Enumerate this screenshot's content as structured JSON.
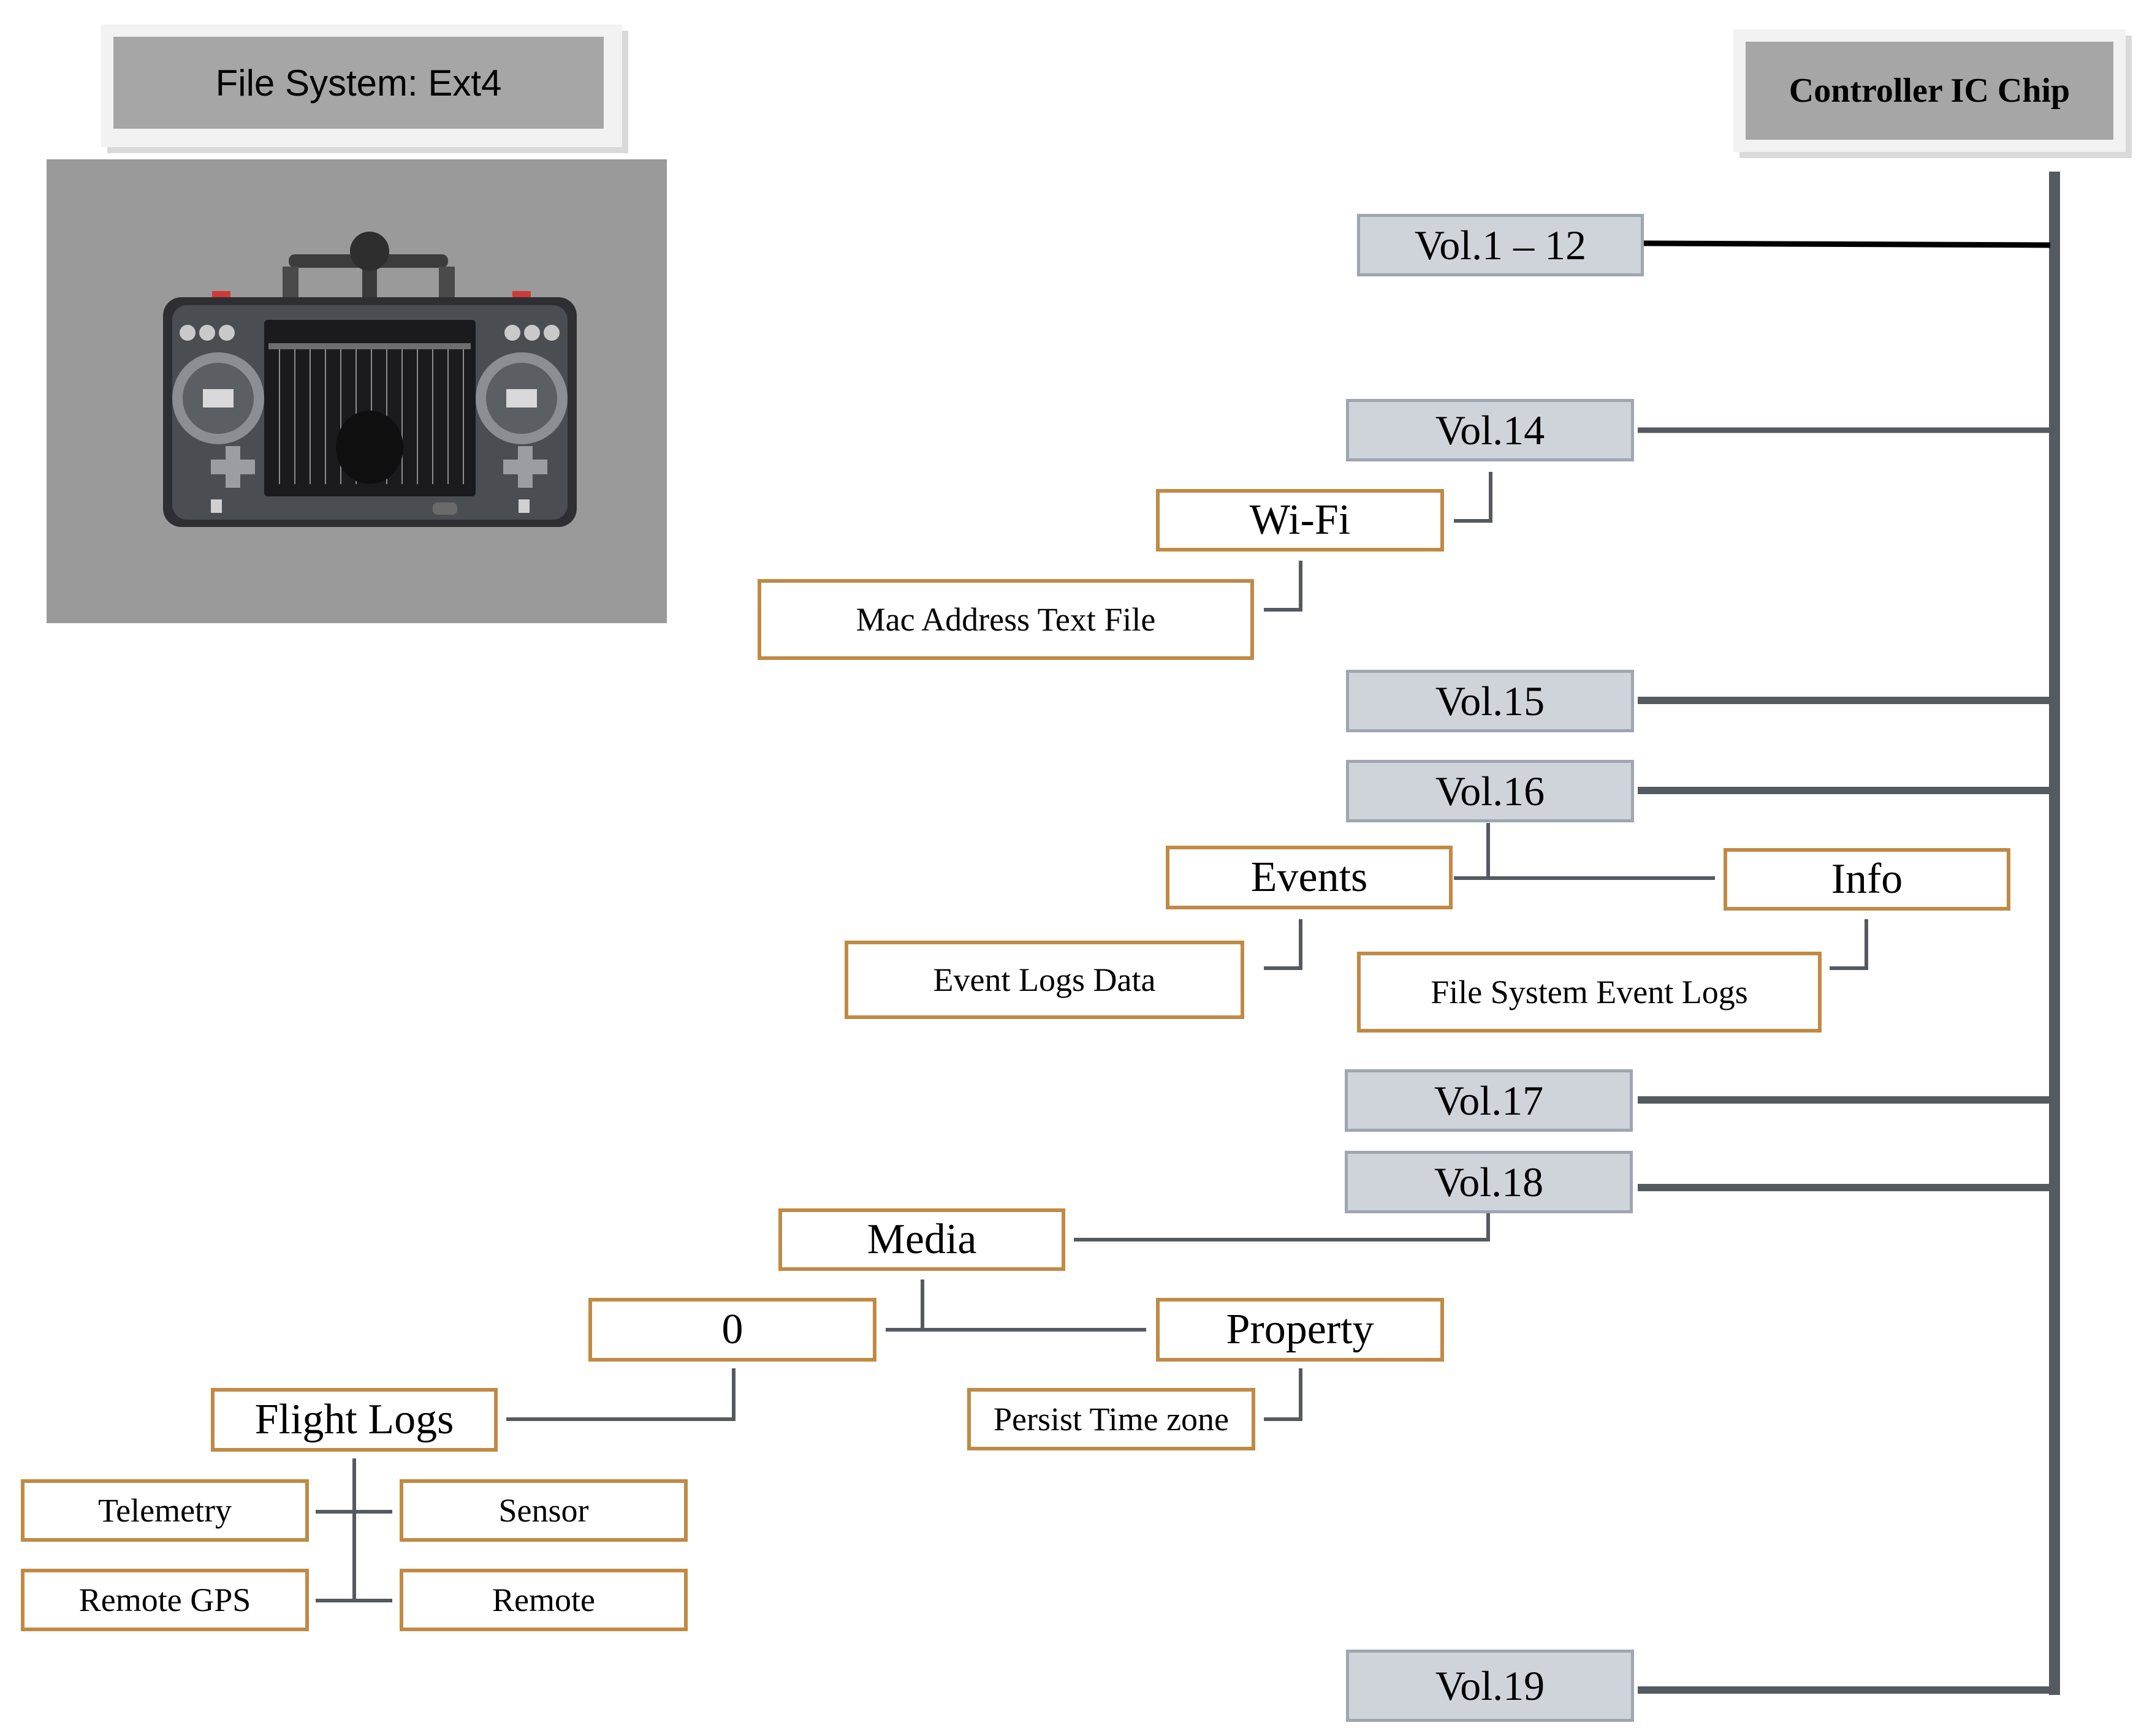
{
  "header": {
    "file_system": "File System: Ext4",
    "controller": "Controller IC Chip"
  },
  "photo": {
    "subject": "remote-controller-photo"
  },
  "volumes": {
    "vol_1_12": "Vol.1 – 12",
    "vol_14": "Vol.14",
    "vol_15": "Vol.15",
    "vol_16": "Vol.16",
    "vol_17": "Vol.17",
    "vol_18": "Vol.18",
    "vol_19": "Vol.19"
  },
  "nodes": {
    "wifi": "Wi-Fi",
    "mac_address": "Mac Address Text File",
    "events": "Events",
    "info": "Info",
    "event_logs_data": "Event Logs Data",
    "fs_event_logs": "File System Event Logs",
    "media": "Media",
    "zero": "0",
    "property": "Property",
    "persist_tz": "Persist Time zone",
    "flight_logs": "Flight Logs",
    "telemetry": "Telemetry",
    "sensor": "Sensor",
    "remote_gps": "Remote GPS",
    "remote": "Remote"
  },
  "colors": {
    "volume_fill": "#cfd3da",
    "volume_border": "#9ea6b0",
    "node_border": "#c08a45",
    "title_fill": "#a6a6a6",
    "connector": "#555a60"
  }
}
